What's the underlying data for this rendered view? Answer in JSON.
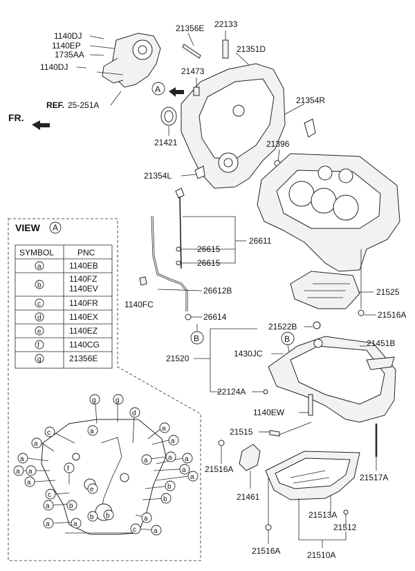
{
  "labels": {
    "p1140DJ_a": "1140DJ",
    "p1140EP": "1140EP",
    "p1735AA": "1735AA",
    "p1140DJ_b": "1140DJ",
    "ref_prefix": "REF.",
    "ref_code": "25-251A",
    "fr": "FR.",
    "p21356E": "21356E",
    "p22133": "22133",
    "p21351D": "21351D",
    "p21473": "21473",
    "viewA_marker": "A",
    "p21354R": "21354R",
    "p21421": "21421",
    "p21396": "21396",
    "p21354L": "21354L",
    "p26611": "26611",
    "p26615_a": "26615",
    "p26615_b": "26615",
    "p26612B": "26612B",
    "p1140FC": "1140FC",
    "p26614": "26614",
    "markerB_top": "B",
    "p21525": "21525",
    "p21516A_a": "21516A",
    "p21522B": "21522B",
    "markerB_pan": "B",
    "p21451B": "21451B",
    "p1430JC": "1430JC",
    "p21520": "21520",
    "p22124A": "22124A",
    "p1140EW": "1140EW",
    "p21515": "21515",
    "p21516A_b": "21516A",
    "p21517A": "21517A",
    "p21461": "21461",
    "p21513A": "21513A",
    "p21512": "21512",
    "p21516A_c": "21516A",
    "p21510A": "21510A"
  },
  "view": {
    "title": "VIEW",
    "marker": "A",
    "col_symbol": "SYMBOL",
    "col_pnc": "PNC",
    "rows": [
      {
        "symbol": "a",
        "pnc": "1140EB"
      },
      {
        "symbol": "b",
        "pnc": "1140FZ",
        "pnc2": "1140EV"
      },
      {
        "symbol": "c",
        "pnc": "1140FR"
      },
      {
        "symbol": "d",
        "pnc": "1140EX"
      },
      {
        "symbol": "e",
        "pnc": "1140EZ"
      },
      {
        "symbol": "f",
        "pnc": "1140CG"
      },
      {
        "symbol": "g",
        "pnc": "21356E"
      }
    ]
  },
  "callouts": {
    "g1": "g",
    "g2": "g",
    "c1": "c",
    "d1": "d",
    "c2": "c",
    "c3": "c",
    "a1": "a",
    "a2": "a",
    "a3": "a",
    "a4": "a",
    "a5": "a",
    "a6": "a",
    "a7": "a",
    "a8": "a",
    "a9": "a",
    "a10": "a",
    "a11": "a",
    "a12": "a",
    "a13": "a",
    "a14": "a",
    "a15": "a",
    "a16": "a",
    "a17": "a",
    "a18": "a",
    "b1": "b",
    "b2": "b",
    "b3": "b",
    "b4": "b",
    "b5": "b",
    "e1": "e",
    "f1": "f"
  }
}
